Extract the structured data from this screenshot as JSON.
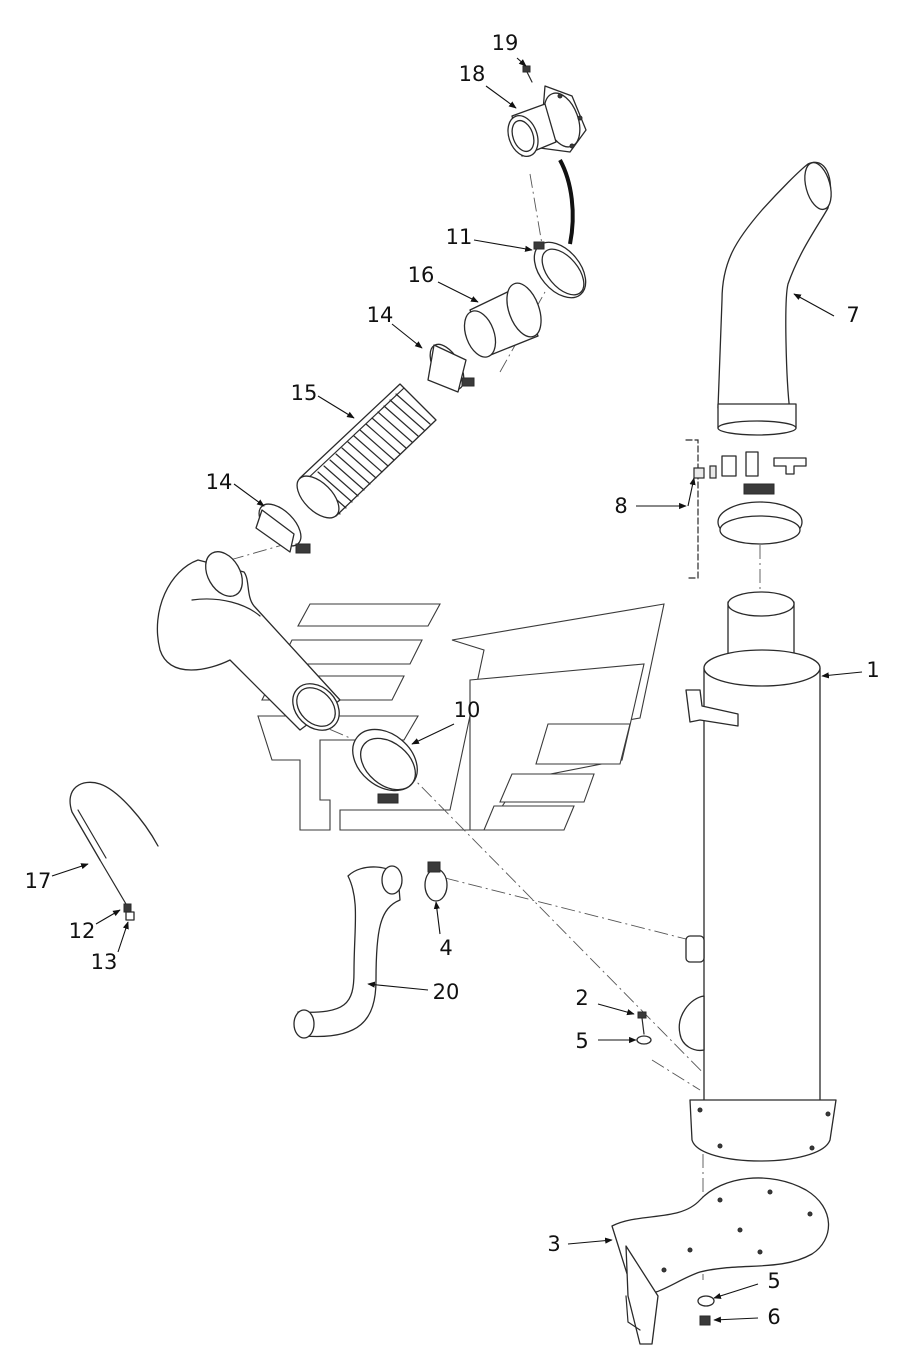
{
  "callouts": {
    "c1": "1",
    "c2": "2",
    "c3": "3",
    "c4": "4",
    "c5a": "5",
    "c5b": "5",
    "c6": "6",
    "c7": "7",
    "c8": "8",
    "c10": "10",
    "c11": "11",
    "c12": "12",
    "c13": "13",
    "c14a": "14",
    "c14b": "14",
    "c15": "15",
    "c16": "16",
    "c17": "17",
    "c18": "18",
    "c19": "19",
    "c20": "20"
  },
  "colors": {
    "line": "#2a2a2a",
    "background": "#ffffff"
  }
}
